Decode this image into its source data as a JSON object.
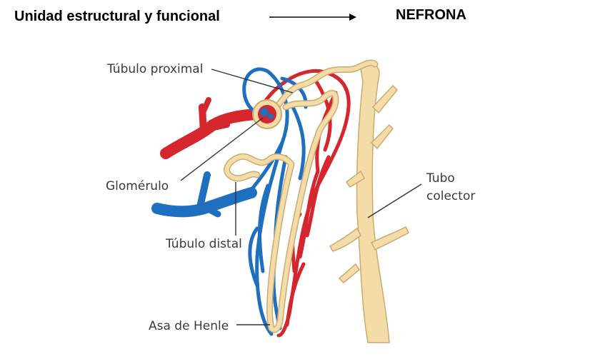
{
  "header": {
    "subtitle": "Unidad estructural y funcional",
    "title": "NEFRONA"
  },
  "labels": {
    "proximal": "Túbulo proximal",
    "glomerulo": "Glomérulo",
    "distal": "Túbulo distal",
    "henle": "Asa de Henle",
    "tubo_line1": "Tubo",
    "tubo_line2": "colector"
  },
  "colors": {
    "artery": "#d6262d",
    "vein": "#1e6fc0",
    "tubule": "#f3dca7",
    "tubule_outline": "#c9ab6d",
    "leader": "#333333"
  }
}
